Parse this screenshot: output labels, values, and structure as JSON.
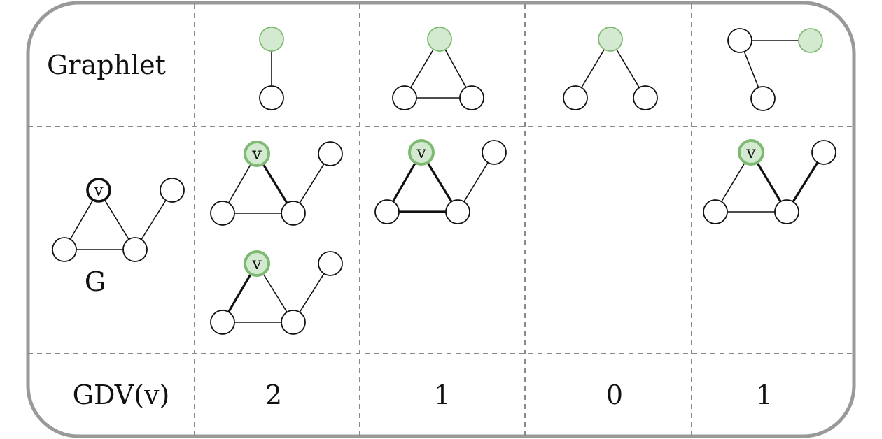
{
  "table": {
    "row_header_graphlet": "Graphlet",
    "row_header_graph": "G",
    "row_header_gdv": "GDV(v)",
    "node_label": "v",
    "gdv_values": [
      "2",
      "1",
      "0",
      "1"
    ]
  },
  "colors": {
    "highlight_fill": "#d4ead0",
    "highlight_stroke": "#7fba72",
    "grid_stroke": "#8a8a8a",
    "frame_stroke": "#999999"
  }
}
